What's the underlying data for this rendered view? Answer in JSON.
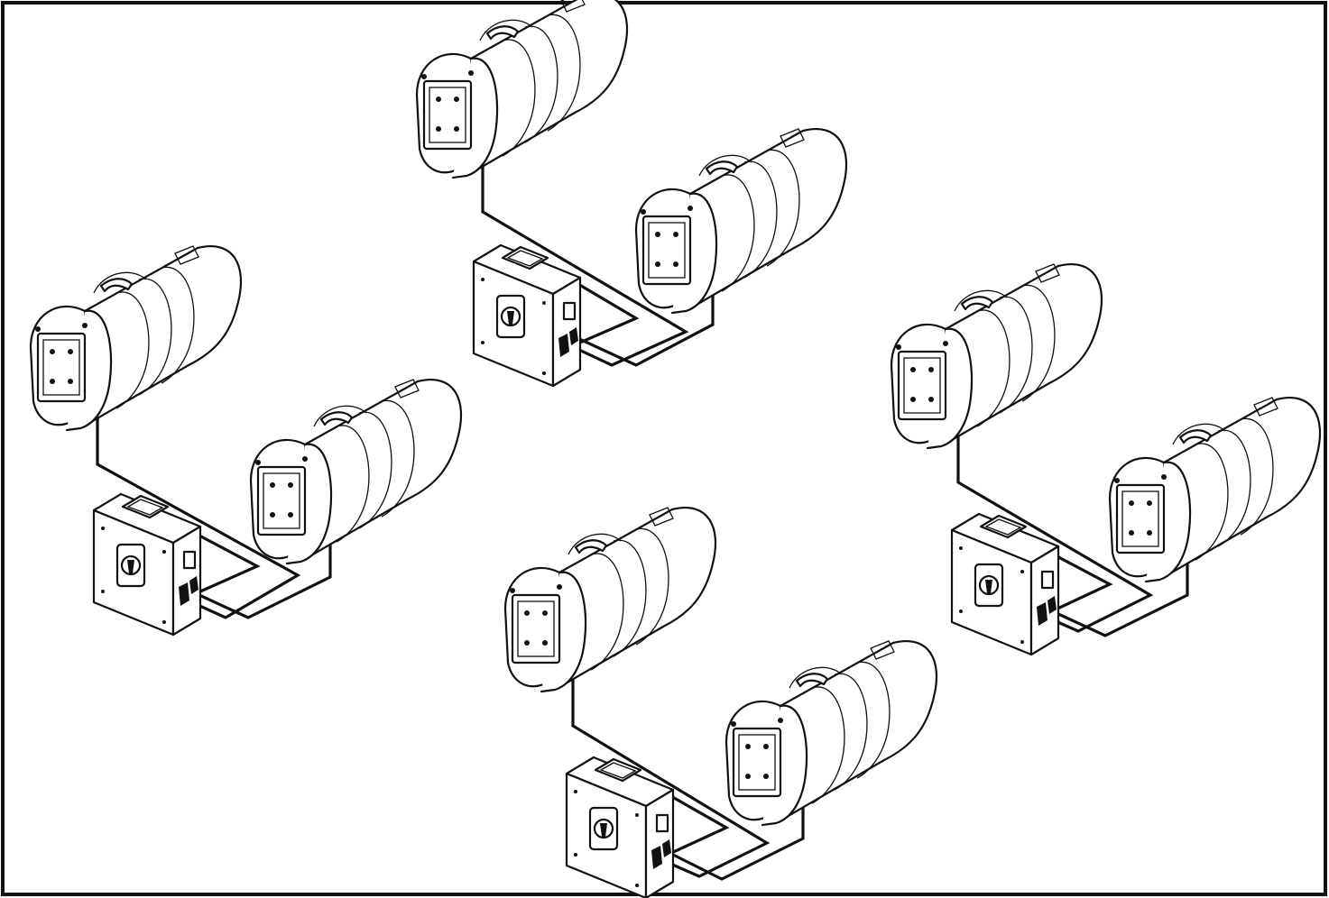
{
  "diagram": {
    "kind": "isometric-wiring-layout",
    "frame_color": "#111111",
    "background": "#ffffff",
    "groups": [
      {
        "id": "top-center",
        "components": [
          "control-box",
          "heater-unit-1",
          "heater-unit-2"
        ]
      },
      {
        "id": "left",
        "components": [
          "control-box",
          "heater-unit-1",
          "heater-unit-2"
        ]
      },
      {
        "id": "right",
        "components": [
          "control-box",
          "heater-unit-1",
          "heater-unit-2"
        ]
      },
      {
        "id": "bottom-center",
        "components": [
          "control-box",
          "heater-unit-1",
          "heater-unit-2"
        ]
      }
    ]
  }
}
